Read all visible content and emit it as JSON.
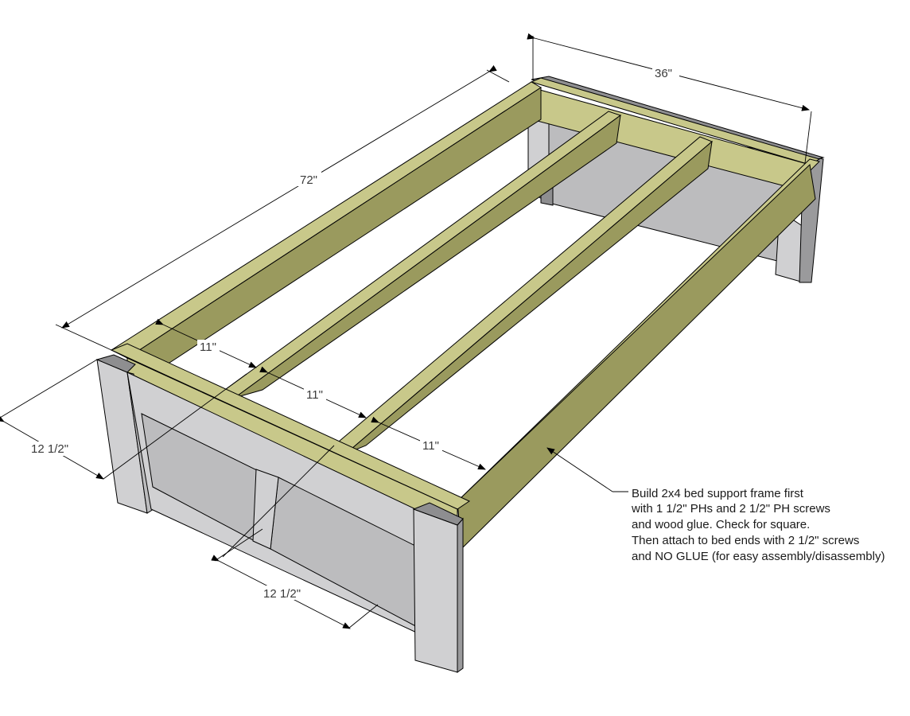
{
  "dimensions": {
    "length": "72\"",
    "width": "36\"",
    "spacing_1": "11\"",
    "spacing_2": "11\"",
    "spacing_3": "11\"",
    "leg_depth": "12 1/2\"",
    "panel_width": "12 1/2\""
  },
  "note": {
    "line1": "Build 2x4 bed support frame first",
    "line2": "with 1 1/2\" PHs and 2 1/2\" PH screws",
    "line3": "and wood glue.  Check for square.",
    "line4": "Then attach to bed ends with 2 1/2\" screws",
    "line5": "and NO GLUE (for easy assembly/disassembly)"
  },
  "colors": {
    "wood_top": "#c8c88a",
    "wood_side": "#9a9a5e",
    "wood_dark": "#7e7e48",
    "panel_light": "#d0d0d2",
    "panel_mid": "#bcbcbe",
    "panel_dark": "#8e8e90",
    "line": "#000000"
  }
}
